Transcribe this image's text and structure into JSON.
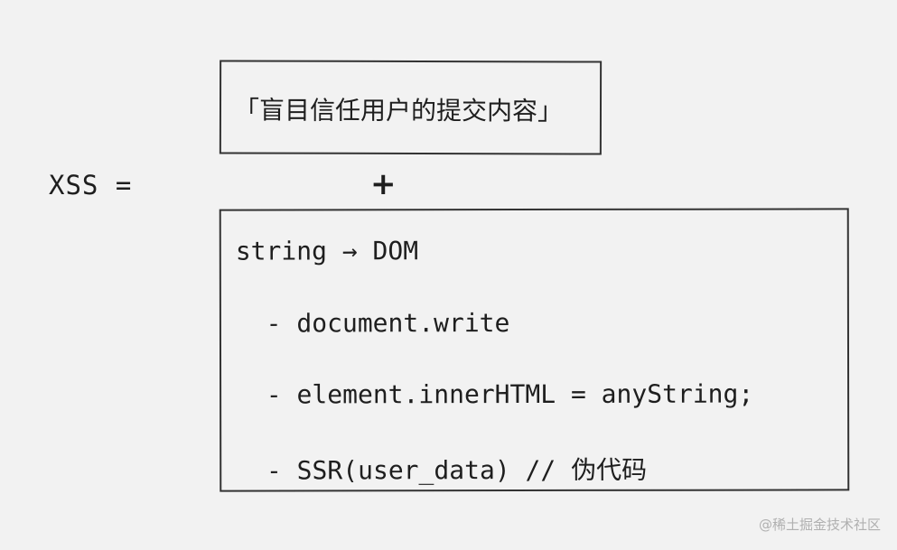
{
  "equation": {
    "lhs": "XSS ="
  },
  "top_box": {
    "text": "「盲目信任用户的提交内容」"
  },
  "operator": "+",
  "bottom_box": {
    "lines": [
      "string → DOM",
      "  - document.write",
      "  - element.innerHTML = anyString;",
      "  - SSR(user_data) // 伪代码"
    ]
  },
  "watermark": "@稀土掘金技术社区"
}
